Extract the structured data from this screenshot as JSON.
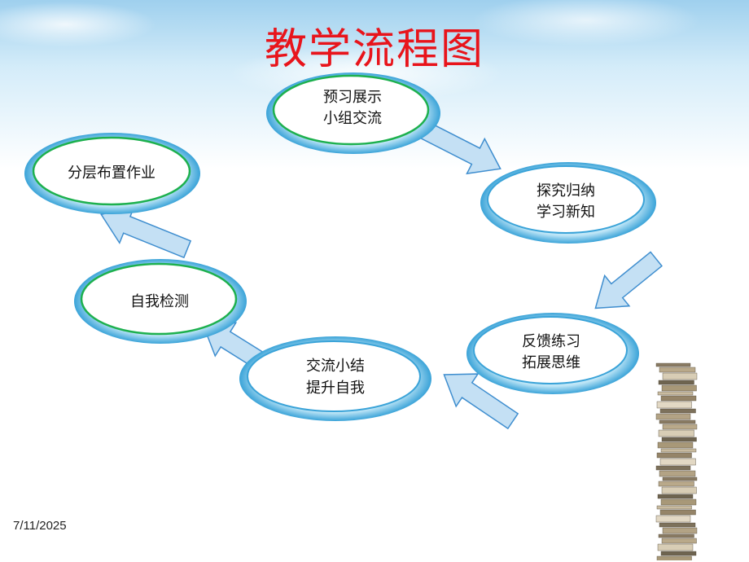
{
  "slide": {
    "title": "教学流程图",
    "date": "7/11/2025"
  },
  "flow": {
    "nodes": [
      {
        "id": "preview",
        "lines": [
          "预习展示",
          "小组交流"
        ]
      },
      {
        "id": "explore",
        "lines": [
          "探究归纳",
          "学习新知"
        ]
      },
      {
        "id": "feedback",
        "lines": [
          "反馈练习",
          "拓展思维"
        ]
      },
      {
        "id": "summary",
        "lines": [
          "交流小结",
          "提升自我"
        ]
      },
      {
        "id": "selftest",
        "lines": [
          "自我检测"
        ]
      },
      {
        "id": "homework",
        "lines": [
          "分层布置作业"
        ]
      }
    ],
    "colors": {
      "ellipse_fill": "#ffffff",
      "ellipse_ring": "#1db04e",
      "ellipse_rim": "#3aa3d8",
      "arrow_fill": "#c4e0f4",
      "arrow_stroke": "#3f8ecf"
    }
  },
  "decor": {
    "books_icon": "stack-of-books-icon"
  }
}
